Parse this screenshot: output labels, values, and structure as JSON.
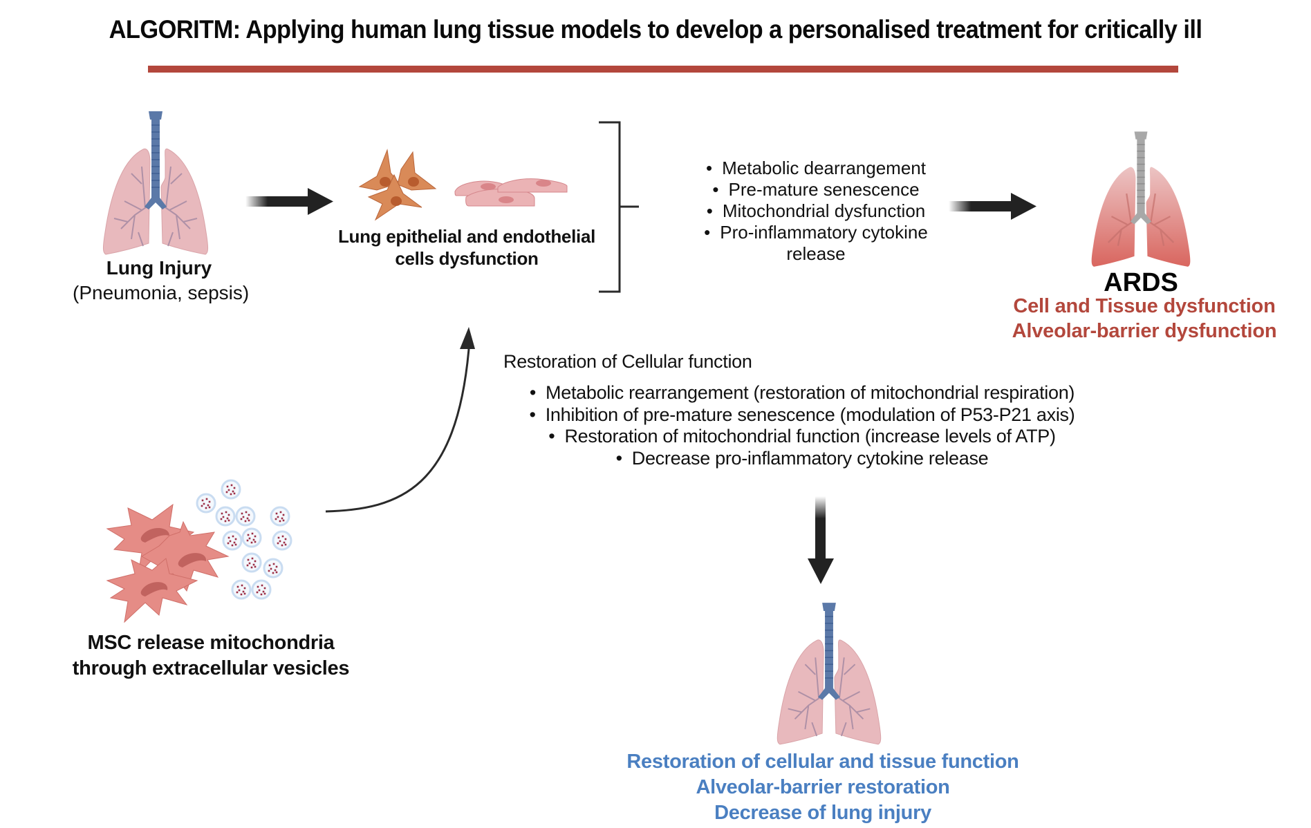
{
  "title": "ALGORITM:  Applying human lung tissue models to develop a personalised treatment for critically ill",
  "colors": {
    "accent_red": "#b3473c",
    "accent_blue": "#4a7fc1",
    "arrow": "#222222",
    "lung_pink": "#e8b4b8",
    "trachea_blue": "#5b79a8",
    "ards_lung_red": "#d96b68",
    "ards_trachea_gray": "#a8a8a8",
    "epithelial_cell": "#d9895a",
    "endothelial_cell": "#ebb3b5",
    "msc_cell": "#e58c86",
    "vesicle_ring": "#c9dcf1",
    "mitochondria_dot": "#9b2e45"
  },
  "nodes": {
    "lung_injury": {
      "icon": "lungs-icon",
      "title": "Lung Injury",
      "subtitle": "(Pneumonia, sepsis)"
    },
    "cell_dysfunction": {
      "icons": [
        "epithelial-cells-icon",
        "endothelial-cells-icon"
      ],
      "label_lines": [
        "Lung epithelial and endothelial",
        "cells dysfunction"
      ]
    },
    "dysfunction_list": {
      "items": [
        "Metabolic dearrangement",
        "Pre-mature senescence",
        "Mitochondrial dysfunction",
        "Pro-inflammatory cytokine",
        "release"
      ]
    },
    "ards": {
      "icon": "inflamed-lungs-icon",
      "title": "ARDS",
      "lines": [
        "Cell and Tissue dysfunction",
        "Alveolar-barrier dysfunction"
      ]
    },
    "restoration": {
      "heading": "Restoration of Cellular function",
      "items": [
        "Metabolic rearrangement (restoration of mitochondrial respiration)",
        "Inhibition of pre-mature senescence (modulation of P53-P21 axis)",
        "Restoration of mitochondrial function (increase levels of ATP)",
        "Decrease pro-inflammatory cytokine release"
      ]
    },
    "msc": {
      "icon": "msc-cells-with-vesicles-icon",
      "label_lines": [
        "MSC release mitochondria",
        "through extracellular vesicles"
      ]
    },
    "outcome": {
      "icon": "healthy-lungs-icon",
      "lines": [
        "Restoration of cellular  and tissue function",
        "Alveolar-barrier restoration",
        "Decrease of lung injury"
      ]
    }
  },
  "bullet_glyph": "•"
}
